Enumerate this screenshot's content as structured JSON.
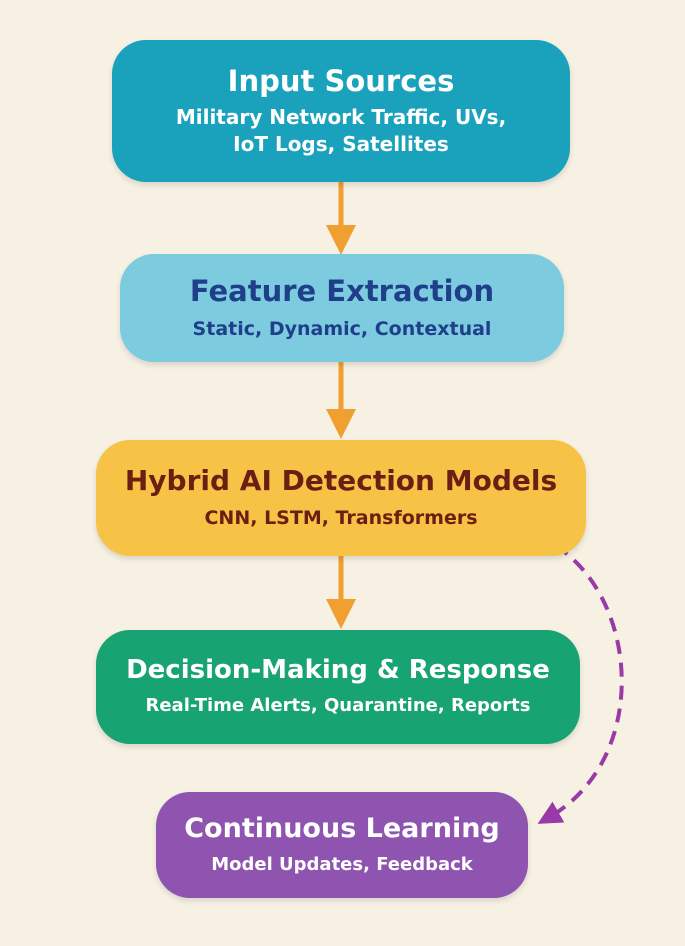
{
  "nodes": [
    {
      "title": "Input Sources",
      "lines": [
        "Military Network Traffic, UVs,",
        "IoT Logs, Satellites"
      ]
    },
    {
      "title": "Feature Extraction",
      "lines": [
        "Static, Dynamic, Contextual"
      ]
    },
    {
      "title": "Hybrid AI Detection Models",
      "lines": [
        "CNN, LSTM, Transformers"
      ]
    },
    {
      "title": "Decision-Making & Response",
      "lines": [
        "Real-Time Alerts, Quarantine, Reports"
      ]
    },
    {
      "title": "Continuous Learning",
      "lines": [
        "Model Updates, Feedback"
      ]
    }
  ],
  "colors": {
    "background": "#f7f1e4",
    "input_sources": "#1aa2bd",
    "feature_extraction": "#7ccbdf",
    "hybrid_models": "#f6c346",
    "decision_response": "#18a372",
    "continuous_learning": "#8e54b0",
    "arrow": "#f0a030",
    "feedback_arrow": "#9a3aa8"
  }
}
